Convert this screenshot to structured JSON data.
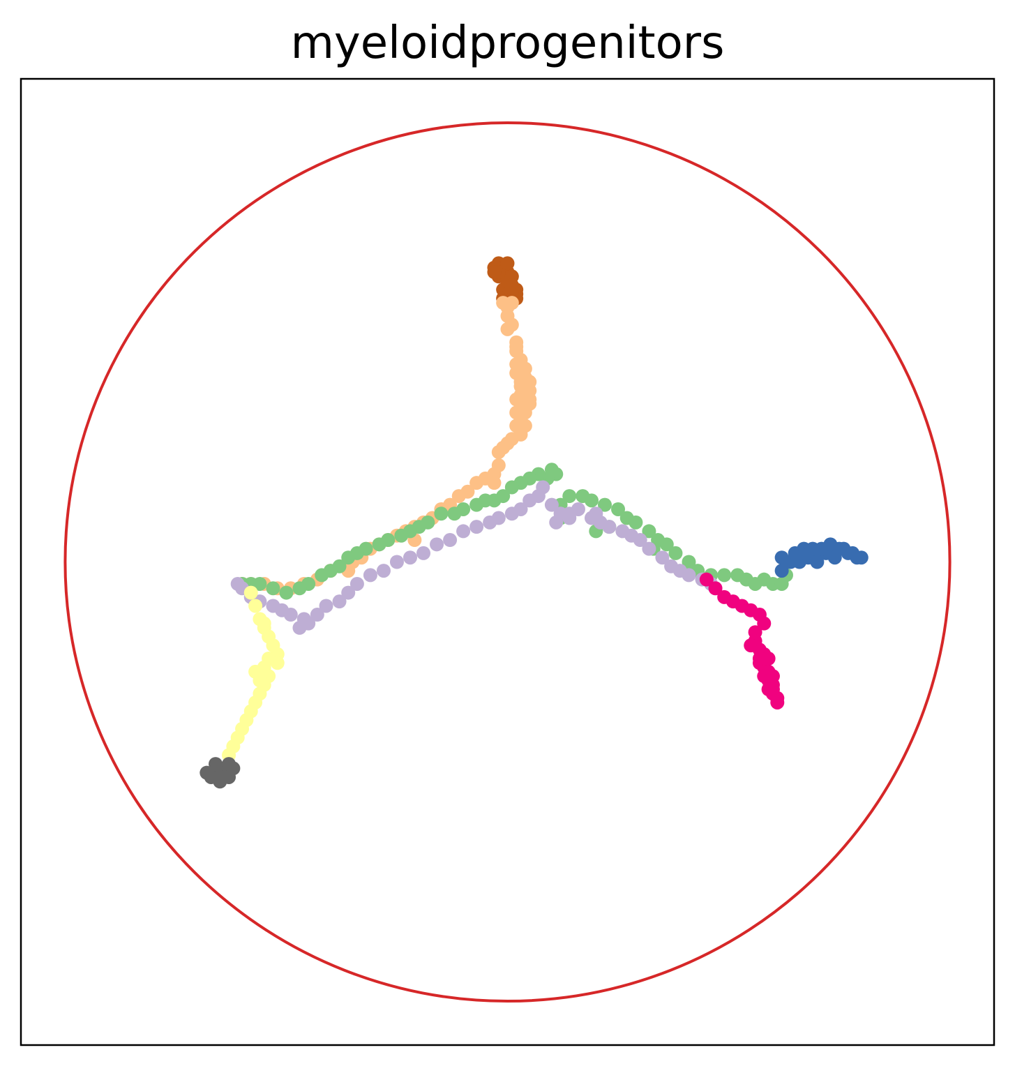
{
  "chart_data": {
    "type": "scatter",
    "title": "myeloidprogenitors",
    "xlabel": "",
    "ylabel": "",
    "xlim": [
      -1.1,
      1.1
    ],
    "ylim": [
      -1.1,
      1.1
    ],
    "grid": false,
    "show_ticks": false,
    "reference_circle": {
      "radius": 1.0,
      "color": "#d62728"
    },
    "series": [
      {
        "color": "#bf5b17",
        "points": [
          [
            -0.03,
            0.67
          ],
          [
            -0.02,
            0.68
          ],
          [
            -0.01,
            0.67
          ],
          [
            0.0,
            0.66
          ],
          [
            -0.02,
            0.65
          ],
          [
            0.0,
            0.64
          ],
          [
            0.01,
            0.65
          ],
          [
            0.01,
            0.63
          ],
          [
            -0.01,
            0.62
          ],
          [
            0.02,
            0.62
          ],
          [
            0.0,
            0.61
          ],
          [
            0.02,
            0.6
          ],
          [
            -0.01,
            0.6
          ],
          [
            0.01,
            0.59
          ],
          [
            0.02,
            0.61
          ],
          [
            -0.02,
            0.66
          ],
          [
            0.0,
            0.68
          ],
          [
            -0.03,
            0.66
          ],
          [
            0.01,
            0.61
          ],
          [
            0.0,
            0.595
          ]
        ]
      },
      {
        "color": "#fdc086",
        "points": [
          [
            -0.01,
            0.59
          ],
          [
            0.0,
            0.58
          ],
          [
            0.01,
            0.59
          ],
          [
            0.0,
            0.56
          ],
          [
            0.01,
            0.54
          ],
          [
            0.0,
            0.53
          ],
          [
            0.02,
            0.5
          ],
          [
            0.02,
            0.48
          ],
          [
            0.03,
            0.46
          ],
          [
            0.02,
            0.45
          ],
          [
            0.04,
            0.44
          ],
          [
            0.02,
            0.43
          ],
          [
            0.04,
            0.42
          ],
          [
            0.03,
            0.41
          ],
          [
            0.05,
            0.41
          ],
          [
            0.03,
            0.4
          ],
          [
            0.05,
            0.39
          ],
          [
            0.03,
            0.38
          ],
          [
            0.05,
            0.37
          ],
          [
            0.03,
            0.36
          ],
          [
            0.04,
            0.35
          ],
          [
            0.02,
            0.34
          ],
          [
            0.04,
            0.34
          ],
          [
            0.03,
            0.33
          ],
          [
            0.04,
            0.31
          ],
          [
            0.02,
            0.31
          ],
          [
            0.03,
            0.29
          ],
          [
            0.01,
            0.28
          ],
          [
            0.0,
            0.27
          ],
          [
            -0.01,
            0.26
          ],
          [
            -0.02,
            0.25
          ],
          [
            -0.02,
            0.22
          ],
          [
            -0.03,
            0.2
          ],
          [
            -0.05,
            0.19
          ],
          [
            -0.07,
            0.18
          ],
          [
            -0.09,
            0.16
          ],
          [
            -0.11,
            0.15
          ],
          [
            -0.13,
            0.13
          ],
          [
            -0.15,
            0.12
          ],
          [
            -0.17,
            0.1
          ],
          [
            -0.19,
            0.09
          ],
          [
            -0.21,
            0.08
          ],
          [
            -0.23,
            0.07
          ],
          [
            -0.25,
            0.06
          ],
          [
            -0.27,
            0.05
          ],
          [
            -0.29,
            0.04
          ],
          [
            -0.31,
            0.03
          ],
          [
            -0.33,
            0.01
          ],
          [
            -0.35,
            0.0
          ],
          [
            -0.37,
            -0.01
          ],
          [
            -0.4,
            -0.02
          ],
          [
            -0.43,
            -0.04
          ],
          [
            -0.46,
            -0.05
          ],
          [
            -0.49,
            -0.06
          ],
          [
            -0.52,
            -0.06
          ],
          [
            -0.55,
            -0.05
          ],
          [
            -0.58,
            -0.05
          ],
          [
            -0.6,
            -0.05
          ],
          [
            0.02,
            0.49
          ],
          [
            0.04,
            0.38
          ],
          [
            0.05,
            0.36
          ],
          [
            0.02,
            0.37
          ],
          [
            0.04,
            0.4
          ],
          [
            -0.03,
            0.18
          ],
          [
            -0.21,
            0.05
          ],
          [
            -0.36,
            -0.02
          ]
        ]
      },
      {
        "color": "#7fc97f",
        "points": [
          [
            0.1,
            0.21
          ],
          [
            0.11,
            0.2
          ],
          [
            0.09,
            0.19
          ],
          [
            0.07,
            0.2
          ],
          [
            0.05,
            0.19
          ],
          [
            0.03,
            0.18
          ],
          [
            0.01,
            0.17
          ],
          [
            -0.01,
            0.15
          ],
          [
            -0.03,
            0.14
          ],
          [
            -0.05,
            0.14
          ],
          [
            -0.07,
            0.13
          ],
          [
            -0.1,
            0.12
          ],
          [
            -0.12,
            0.11
          ],
          [
            -0.15,
            0.11
          ],
          [
            -0.18,
            0.09
          ],
          [
            -0.2,
            0.08
          ],
          [
            -0.22,
            0.07
          ],
          [
            -0.24,
            0.06
          ],
          [
            -0.27,
            0.05
          ],
          [
            -0.29,
            0.04
          ],
          [
            -0.32,
            0.03
          ],
          [
            -0.34,
            0.02
          ],
          [
            -0.36,
            0.01
          ],
          [
            -0.38,
            -0.01
          ],
          [
            -0.4,
            -0.02
          ],
          [
            -0.42,
            -0.03
          ],
          [
            -0.45,
            -0.05
          ],
          [
            -0.47,
            -0.06
          ],
          [
            -0.5,
            -0.07
          ],
          [
            -0.53,
            -0.06
          ],
          [
            -0.56,
            -0.05
          ],
          [
            -0.58,
            -0.05
          ],
          [
            -0.6,
            -0.05
          ],
          [
            0.12,
            0.13
          ],
          [
            0.14,
            0.15
          ],
          [
            0.17,
            0.15
          ],
          [
            0.19,
            0.14
          ],
          [
            0.22,
            0.13
          ],
          [
            0.25,
            0.12
          ],
          [
            0.27,
            0.1
          ],
          [
            0.29,
            0.09
          ],
          [
            0.32,
            0.07
          ],
          [
            0.34,
            0.05
          ],
          [
            0.36,
            0.04
          ],
          [
            0.38,
            0.02
          ],
          [
            0.41,
            0.0
          ],
          [
            0.43,
            -0.02
          ],
          [
            0.46,
            -0.03
          ],
          [
            0.49,
            -0.03
          ],
          [
            0.52,
            -0.03
          ],
          [
            0.54,
            -0.04
          ],
          [
            0.56,
            -0.05
          ],
          [
            0.58,
            -0.04
          ],
          [
            0.6,
            -0.05
          ],
          [
            0.62,
            -0.05
          ],
          [
            0.63,
            -0.03
          ],
          [
            0.2,
            0.07
          ],
          [
            0.23,
            0.08
          ],
          [
            0.33,
            0.03
          ],
          [
            0.12,
            0.1
          ]
        ]
      },
      {
        "color": "#beaed4",
        "points": [
          [
            0.08,
            0.17
          ],
          [
            0.07,
            0.15
          ],
          [
            0.05,
            0.14
          ],
          [
            0.03,
            0.12
          ],
          [
            0.01,
            0.11
          ],
          [
            -0.02,
            0.1
          ],
          [
            -0.04,
            0.09
          ],
          [
            -0.07,
            0.08
          ],
          [
            -0.1,
            0.07
          ],
          [
            -0.13,
            0.05
          ],
          [
            -0.16,
            0.04
          ],
          [
            -0.19,
            0.02
          ],
          [
            -0.22,
            0.01
          ],
          [
            -0.25,
            -0.0
          ],
          [
            -0.28,
            -0.02
          ],
          [
            -0.31,
            -0.03
          ],
          [
            -0.34,
            -0.05
          ],
          [
            -0.36,
            -0.07
          ],
          [
            -0.38,
            -0.09
          ],
          [
            -0.41,
            -0.1
          ],
          [
            -0.43,
            -0.12
          ],
          [
            -0.45,
            -0.14
          ],
          [
            -0.47,
            -0.15
          ],
          [
            -0.49,
            -0.12
          ],
          [
            -0.51,
            -0.11
          ],
          [
            -0.53,
            -0.1
          ],
          [
            -0.56,
            -0.09
          ],
          [
            -0.58,
            -0.08
          ],
          [
            -0.6,
            -0.06
          ],
          [
            -0.61,
            -0.05
          ],
          [
            0.1,
            0.13
          ],
          [
            0.12,
            0.11
          ],
          [
            0.14,
            0.11
          ],
          [
            0.16,
            0.12
          ],
          [
            0.19,
            0.1
          ],
          [
            0.21,
            0.09
          ],
          [
            0.23,
            0.08
          ],
          [
            0.26,
            0.07
          ],
          [
            0.28,
            0.06
          ],
          [
            0.3,
            0.05
          ],
          [
            0.32,
            0.03
          ],
          [
            0.35,
            0.01
          ],
          [
            0.37,
            -0.01
          ],
          [
            0.39,
            -0.02
          ],
          [
            0.41,
            -0.03
          ],
          [
            0.44,
            -0.04
          ],
          [
            0.46,
            -0.05
          ],
          [
            0.47,
            -0.06
          ],
          [
            0.11,
            0.09
          ],
          [
            0.14,
            0.1
          ],
          [
            0.2,
            0.11
          ],
          [
            -0.46,
            -0.13
          ]
        ]
      },
      {
        "color": "#386cb0",
        "points": [
          [
            0.78,
            0.02
          ],
          [
            0.76,
            0.03
          ],
          [
            0.74,
            0.03
          ],
          [
            0.72,
            0.02
          ],
          [
            0.7,
            0.02
          ],
          [
            0.68,
            0.01
          ],
          [
            0.66,
            0.0
          ],
          [
            0.64,
            -0.0
          ],
          [
            0.62,
            -0.02
          ],
          [
            0.63,
            0.0
          ],
          [
            0.65,
            0.02
          ],
          [
            0.67,
            0.03
          ],
          [
            0.69,
            0.03
          ],
          [
            0.71,
            0.03
          ],
          [
            0.73,
            0.04
          ],
          [
            0.75,
            0.03
          ],
          [
            0.77,
            0.02
          ],
          [
            0.79,
            0.01
          ],
          [
            0.8,
            0.01
          ],
          [
            0.7,
            0.0
          ],
          [
            0.66,
            0.02
          ],
          [
            0.74,
            0.01
          ],
          [
            0.62,
            0.01
          ]
        ]
      },
      {
        "color": "#f0027f",
        "points": [
          [
            0.45,
            -0.04
          ],
          [
            0.47,
            -0.06
          ],
          [
            0.49,
            -0.08
          ],
          [
            0.51,
            -0.09
          ],
          [
            0.53,
            -0.1
          ],
          [
            0.55,
            -0.11
          ],
          [
            0.57,
            -0.12
          ],
          [
            0.58,
            -0.14
          ],
          [
            0.56,
            -0.16
          ],
          [
            0.56,
            -0.18
          ],
          [
            0.55,
            -0.19
          ],
          [
            0.57,
            -0.2
          ],
          [
            0.58,
            -0.21
          ],
          [
            0.57,
            -0.23
          ],
          [
            0.58,
            -0.24
          ],
          [
            0.59,
            -0.25
          ],
          [
            0.58,
            -0.26
          ],
          [
            0.59,
            -0.27
          ],
          [
            0.6,
            -0.28
          ],
          [
            0.59,
            -0.29
          ],
          [
            0.6,
            -0.3
          ],
          [
            0.61,
            -0.31
          ],
          [
            0.61,
            -0.32
          ],
          [
            0.57,
            -0.22
          ],
          [
            0.59,
            -0.22
          ],
          [
            0.6,
            -0.26
          ],
          [
            0.6,
            -0.29
          ]
        ]
      },
      {
        "color": "#ffff99",
        "points": [
          [
            -0.58,
            -0.07
          ],
          [
            -0.57,
            -0.1
          ],
          [
            -0.56,
            -0.13
          ],
          [
            -0.55,
            -0.15
          ],
          [
            -0.54,
            -0.17
          ],
          [
            -0.53,
            -0.19
          ],
          [
            -0.52,
            -0.21
          ],
          [
            -0.54,
            -0.22
          ],
          [
            -0.55,
            -0.24
          ],
          [
            -0.54,
            -0.26
          ],
          [
            -0.55,
            -0.28
          ],
          [
            -0.56,
            -0.3
          ],
          [
            -0.57,
            -0.32
          ],
          [
            -0.58,
            -0.34
          ],
          [
            -0.59,
            -0.36
          ],
          [
            -0.6,
            -0.38
          ],
          [
            -0.61,
            -0.4
          ],
          [
            -0.62,
            -0.42
          ],
          [
            -0.63,
            -0.44
          ],
          [
            -0.52,
            -0.23
          ],
          [
            -0.56,
            -0.27
          ],
          [
            -0.55,
            -0.14
          ],
          [
            -0.57,
            -0.25
          ]
        ]
      },
      {
        "color": "#666666",
        "points": [
          [
            -0.63,
            -0.46
          ],
          [
            -0.64,
            -0.47
          ],
          [
            -0.65,
            -0.48
          ],
          [
            -0.66,
            -0.48
          ],
          [
            -0.67,
            -0.49
          ],
          [
            -0.65,
            -0.5
          ],
          [
            -0.63,
            -0.49
          ],
          [
            -0.62,
            -0.47
          ],
          [
            -0.66,
            -0.46
          ],
          [
            -0.68,
            -0.48
          ],
          [
            -0.64,
            -0.49
          ]
        ]
      }
    ]
  }
}
